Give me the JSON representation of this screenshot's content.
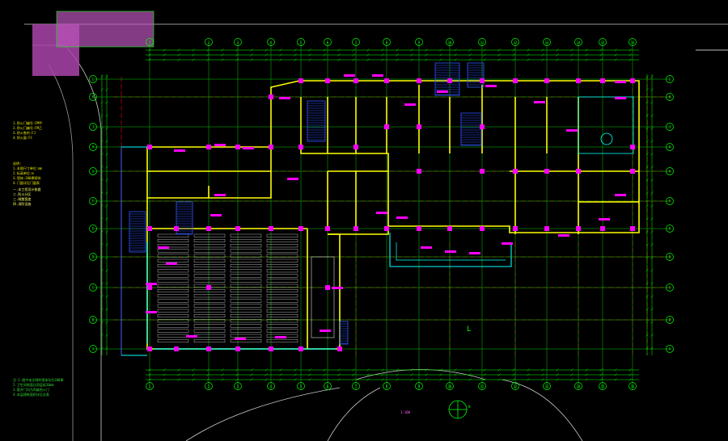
{
  "drawing": {
    "scale_label": "1:100",
    "north_label": "N",
    "room_marker": "L",
    "colors": {
      "background": "#000000",
      "axis": "#00cc00",
      "axis_bubble": "#00ff00",
      "dim": "#00ff00",
      "wall": "#ffff00",
      "wall_inner": "#ffcc00",
      "column": "#ff00ff",
      "hidden_line": "#ff0000",
      "stair": "#3355ff",
      "window": "#00ffff",
      "site": "#ffffff",
      "seat": "#dddddd"
    },
    "grid_columns": [
      "1",
      "2",
      "3",
      "4",
      "5",
      "6",
      "7",
      "8",
      "9",
      "10",
      "11",
      "12",
      "13",
      "14",
      "15",
      "16"
    ],
    "grid_rows": [
      "A",
      "B",
      "C",
      "D",
      "E",
      "F",
      "G",
      "H",
      "J",
      "K",
      "L"
    ],
    "left_notes": [
      "1.防火门编号:FM甲",
      "2.防火门编号:FM乙",
      "3.防火卷帘:FJ",
      "4.防火窗:FC"
    ],
    "legend_lines": [
      "说明:",
      "1.本图尺寸单位:mm",
      "2.标高单位:m",
      "3.墙体:200厚砌块",
      "4.门窗详见门窗表"
    ],
    "spec_lines": [
      "一.本工程设计依据",
      "二.防火分区",
      "三.疏散宽度",
      "四.消防设施"
    ],
    "bottom_notes": [
      "注:1.图中未注明的墙体均为200厚",
      "2.卫生间地面比同层低20mm",
      "3.管井门均为丙级防火门",
      "4.本层建筑面积详见总表"
    ]
  }
}
